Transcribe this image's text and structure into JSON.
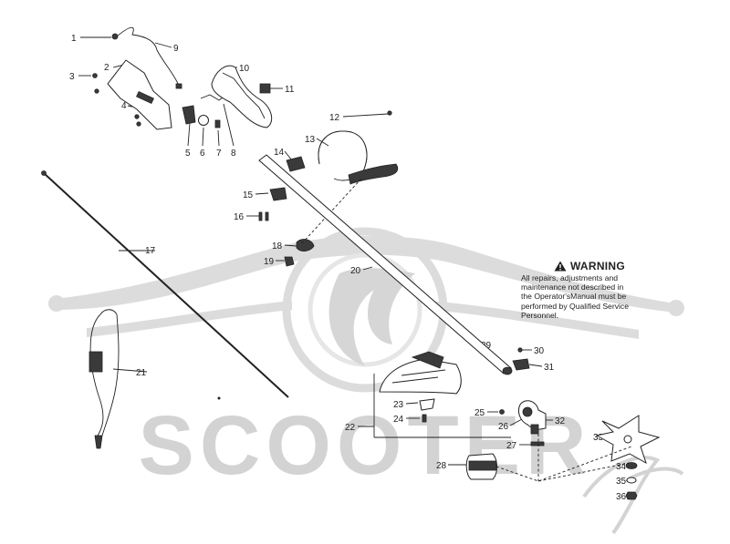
{
  "watermark": {
    "text": "SCOOTER",
    "color": "#d3d3d3"
  },
  "warning": {
    "icon": "warning-triangle-icon",
    "title": "WARNING",
    "lines": [
      "All repairs, adjustments and",
      "maintenance not described in",
      "the Operator'sManual must be",
      "performed by Qualified Service",
      "Personnel."
    ]
  },
  "callouts": {
    "c1": "1",
    "c2": "2",
    "c3": "3",
    "c4": "4",
    "c5": "5",
    "c6": "6",
    "c7": "7",
    "c8": "8",
    "c9": "9",
    "c10": "10",
    "c11": "11",
    "c12": "12",
    "c13": "13",
    "c14": "14",
    "c15": "15",
    "c16": "16",
    "c17": "17",
    "c18": "18",
    "c19": "19",
    "c20": "20",
    "c21": "21",
    "c22": "22",
    "c23": "23",
    "c24": "24",
    "c25": "25",
    "c26": "26",
    "c27": "27",
    "c28": "28",
    "c29": "29",
    "c30": "30",
    "c31": "31",
    "c32": "32",
    "c33": "33",
    "c34": "34",
    "c35": "35",
    "c36": "36"
  }
}
